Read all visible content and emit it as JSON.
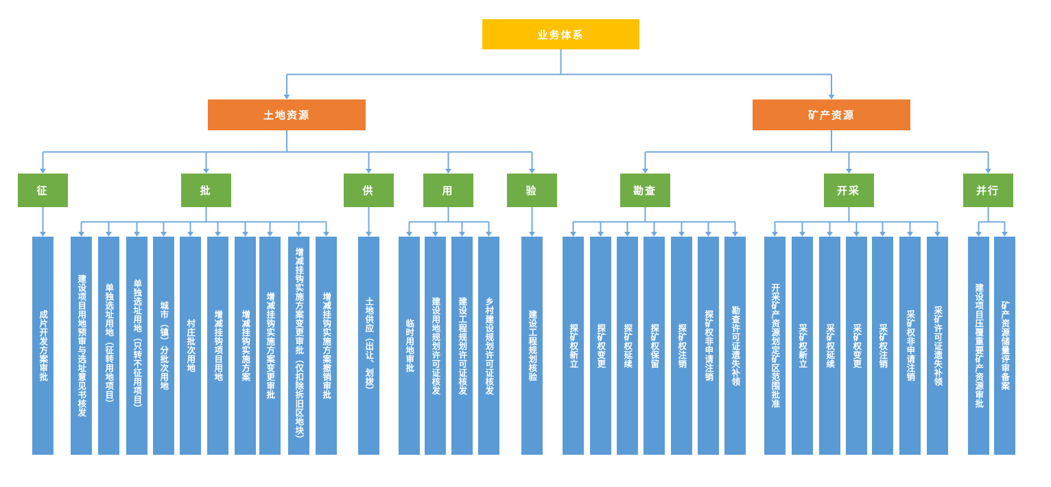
{
  "diagram_type": "org-chart",
  "title": "业务体系",
  "branches": {
    "land": "土地资源",
    "mineral": "矿产资源"
  },
  "categories": {
    "zheng": "征",
    "pi": "批",
    "gong": "供",
    "yong": "用",
    "yan": "验",
    "kancha": "勘查",
    "kaicai": "开采",
    "bingxing": "并行"
  },
  "processes": {
    "zheng": [
      "成片开发方案审批"
    ],
    "pi": [
      "建设项目用地预审与选址意见书核发",
      "单独选址用地（征转用地项目）",
      "单独选址用地（只转不征用项目）",
      "城市（镇）分批次用地",
      "村庄批次用地",
      "增减挂钩项目用地",
      "增减挂钩实施方案",
      "增减挂钩实施方案变更审批",
      "增减挂钩实施方案变更审批（仅扣除拆旧区地块）",
      "增减挂钩实施方案撤销审批"
    ],
    "gong": [
      "土地供应（出让、划拨）"
    ],
    "yong": [
      "临时用地审批",
      "建设用地规划许可证核发",
      "建设工程规划许可证核发",
      "乡村建设规划许可证核发"
    ],
    "yan": [
      "建设工程规划核验"
    ],
    "kancha": [
      "探矿权新立",
      "探矿权变更",
      "探矿权延续",
      "探矿权保留",
      "探矿权注销",
      "探矿权非申请注销",
      "勘查许可证遗失补领"
    ],
    "kaicai": [
      "开采矿产资源划定矿区范围批准",
      "采矿权新立",
      "采矿权延续",
      "采矿权变更",
      "采矿权注销",
      "采矿权非申请注销",
      "采矿许可证遗失补领"
    ],
    "bingxing": [
      "建设项目压覆重要矿产资源审批",
      "矿产资源储量评审备案"
    ]
  },
  "colors": {
    "root": "#FFC000",
    "branch": "#ED7D31",
    "category": "#70AD47",
    "process": "#5B9BD5",
    "connector": "#71A8DC",
    "text": "#FFFFFF"
  }
}
